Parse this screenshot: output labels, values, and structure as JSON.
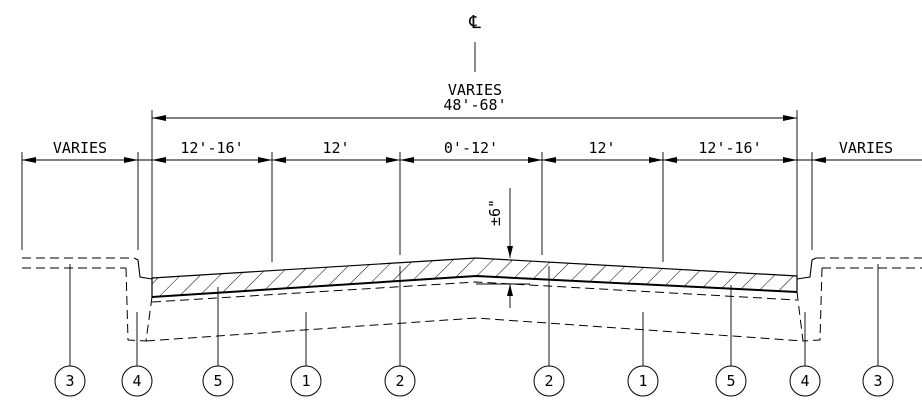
{
  "centerline_symbol": "℄",
  "overall_dimension": {
    "line1": "VARIES",
    "line2": "48'-68'"
  },
  "dimensions": {
    "left_varies": "VARIES",
    "right_varies": "VARIES",
    "segments": [
      "12'-16'",
      "12'",
      "0'-12'",
      "12'",
      "12'-16'"
    ]
  },
  "thickness_label": "±6\"",
  "callouts": [
    "3",
    "4",
    "5",
    "1",
    "2",
    "2",
    "1",
    "5",
    "4",
    "3"
  ],
  "colors": {
    "ink": "#000000",
    "background": "#ffffff"
  }
}
